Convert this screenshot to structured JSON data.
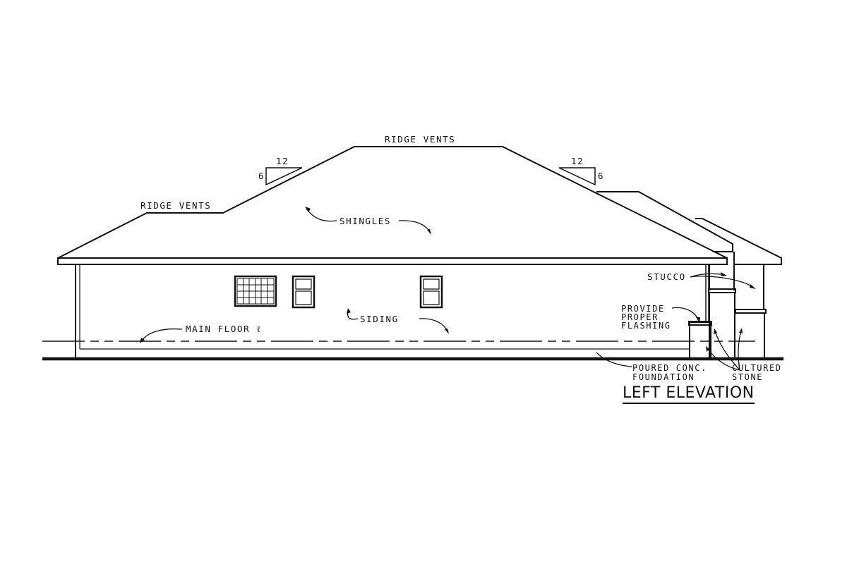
{
  "drawing": {
    "title": "LEFT ELEVATION",
    "view": "left-elevation",
    "colors": {
      "line": "#111111",
      "background": "#ffffff"
    }
  },
  "annotations": {
    "ridge_vents_top": "RIDGE VENTS",
    "ridge_vents_left": "RIDGE VENTS",
    "shingles": "SHINGLES",
    "siding": "SIDING",
    "main_floor": "MAIN FLOOR ℓ",
    "stucco": "STUCCO",
    "flashing": [
      "PROVIDE",
      "PROPER",
      "FLASHING"
    ],
    "foundation": [
      "POURED CONC.",
      "FOUNDATION"
    ],
    "cultured_stone": [
      "CULTURED",
      "STONE"
    ]
  },
  "pitch_left": {
    "run": "12",
    "rise": "6"
  },
  "pitch_right": {
    "run": "12",
    "rise": "6"
  }
}
